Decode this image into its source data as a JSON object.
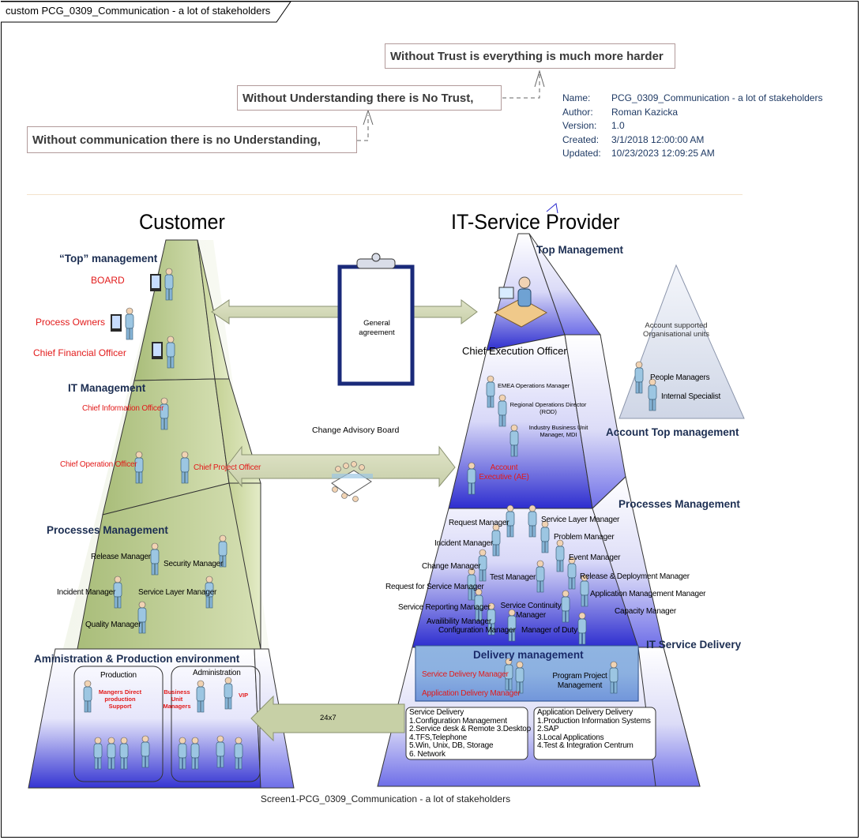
{
  "window": {
    "tab_title": "custom PCG_0309_Communication - a lot of stakeholders"
  },
  "notes": {
    "trust": "Without Trust is everything is much more harder",
    "understanding": "Without Understanding there is No Trust,",
    "communication": "Without communication there is no Understanding,"
  },
  "metadata": {
    "name_key": "Name:",
    "name": "PCG_0309_Communication - a lot of stakeholders",
    "author_key": "Author:",
    "author": "Roman Kazicka",
    "version_key": "Version:",
    "version": "1.0",
    "created_key": "Created:",
    "created": "3/1/2018 12:00:00 AM",
    "updated_key": "Updated:",
    "updated": "10/23/2023 12:09:25 AM"
  },
  "customer": {
    "title": "Customer",
    "top_management": "“Top” management",
    "board": "BOARD",
    "process_owners": "Process Owners",
    "cfo": "Chief Financial Officer",
    "it_management": "IT Management",
    "cio": "Chief Information Officer",
    "coo": "Chief Operation Officer",
    "cpo": "Chief Project Officer",
    "processes_management": "Processes Management",
    "release_manager": "Release Manager",
    "security_manager": "Security Manager",
    "incident_manager": "Incident Manager",
    "service_layer_manager": "Service Layer Manager",
    "quality_manager": "Quality Manager",
    "admin_prod": "Aministration & Production environment",
    "production": "Production",
    "administration": "Administration",
    "mangers_direct": "Mangers Direct production Support",
    "bu_managers": "Business Unit Managers",
    "vip": "VIP"
  },
  "provider": {
    "title": "IT-Service Provider",
    "top_management": "Top Management",
    "ceo": "Chief Execution Officer",
    "emea": "EMEA Operations Manager",
    "rod": "Regional Operations Director (ROD)",
    "ibum": "Industry Business Unit Manager, MDI",
    "ae": "Account Executive (AE)",
    "account_top": "Account Top management",
    "processes_management": "Processes Management",
    "request_manager": "Request Manager",
    "service_layer_manager": "Service Layer Manager",
    "incident_manager": "Incident Manager",
    "problem_manager": "Problem Manager",
    "change_manager": "Change Manager",
    "event_manager": "Event Manager",
    "test_manager": "Test Manager",
    "release_deploy": "Release & Deployment Manager",
    "request_for_service": "Request for Service Manager",
    "app_mgmt": "Application Management Manager",
    "service_reporting": "Service Reporting Manager",
    "service_continuity": "Service Continuity Manager",
    "capacity": "Capacity Manager",
    "availability": "Availibility Manager",
    "configuration": "Configuration Manager",
    "manager_of_duty": "Manager of Duty",
    "it_service_delivery": "IT Service Delivery",
    "delivery_management": "Delivery management",
    "sdm": "Service Delivery Manager",
    "adm": "Application Delivery Manager",
    "ppm": "Program Project Management",
    "sd_box": [
      "Service Delivery",
      "1.Configuration Management",
      "2.Service desk & Remote 3.Desktop",
      "4.TFS,Telephone",
      "5.Win, Unix, DB, Storage",
      "6. Network"
    ],
    "ad_box": [
      "Application Delivery Delivery",
      "1.Production Information Systems",
      "2.SAP",
      "3.Local Applications",
      "4.Test & Integration Centrum"
    ]
  },
  "account_units": {
    "title": "Account supported Organisational units",
    "people_managers": "People Managers",
    "internal_specialist": "Internal Specialist"
  },
  "middle": {
    "general_agreement": "General agreement",
    "cab": "Change Advisory Board",
    "twentyfour": "24x7"
  },
  "caption": "Screen1-PCG_0309_Communication - a lot of stakeholders",
  "colors": {
    "customer_green": "#c9d79f",
    "provider_blue": "#3a3ad0",
    "red_label": "#e21b1b",
    "note_border": "#b29a9a",
    "meta_text": "#1f3a64"
  }
}
